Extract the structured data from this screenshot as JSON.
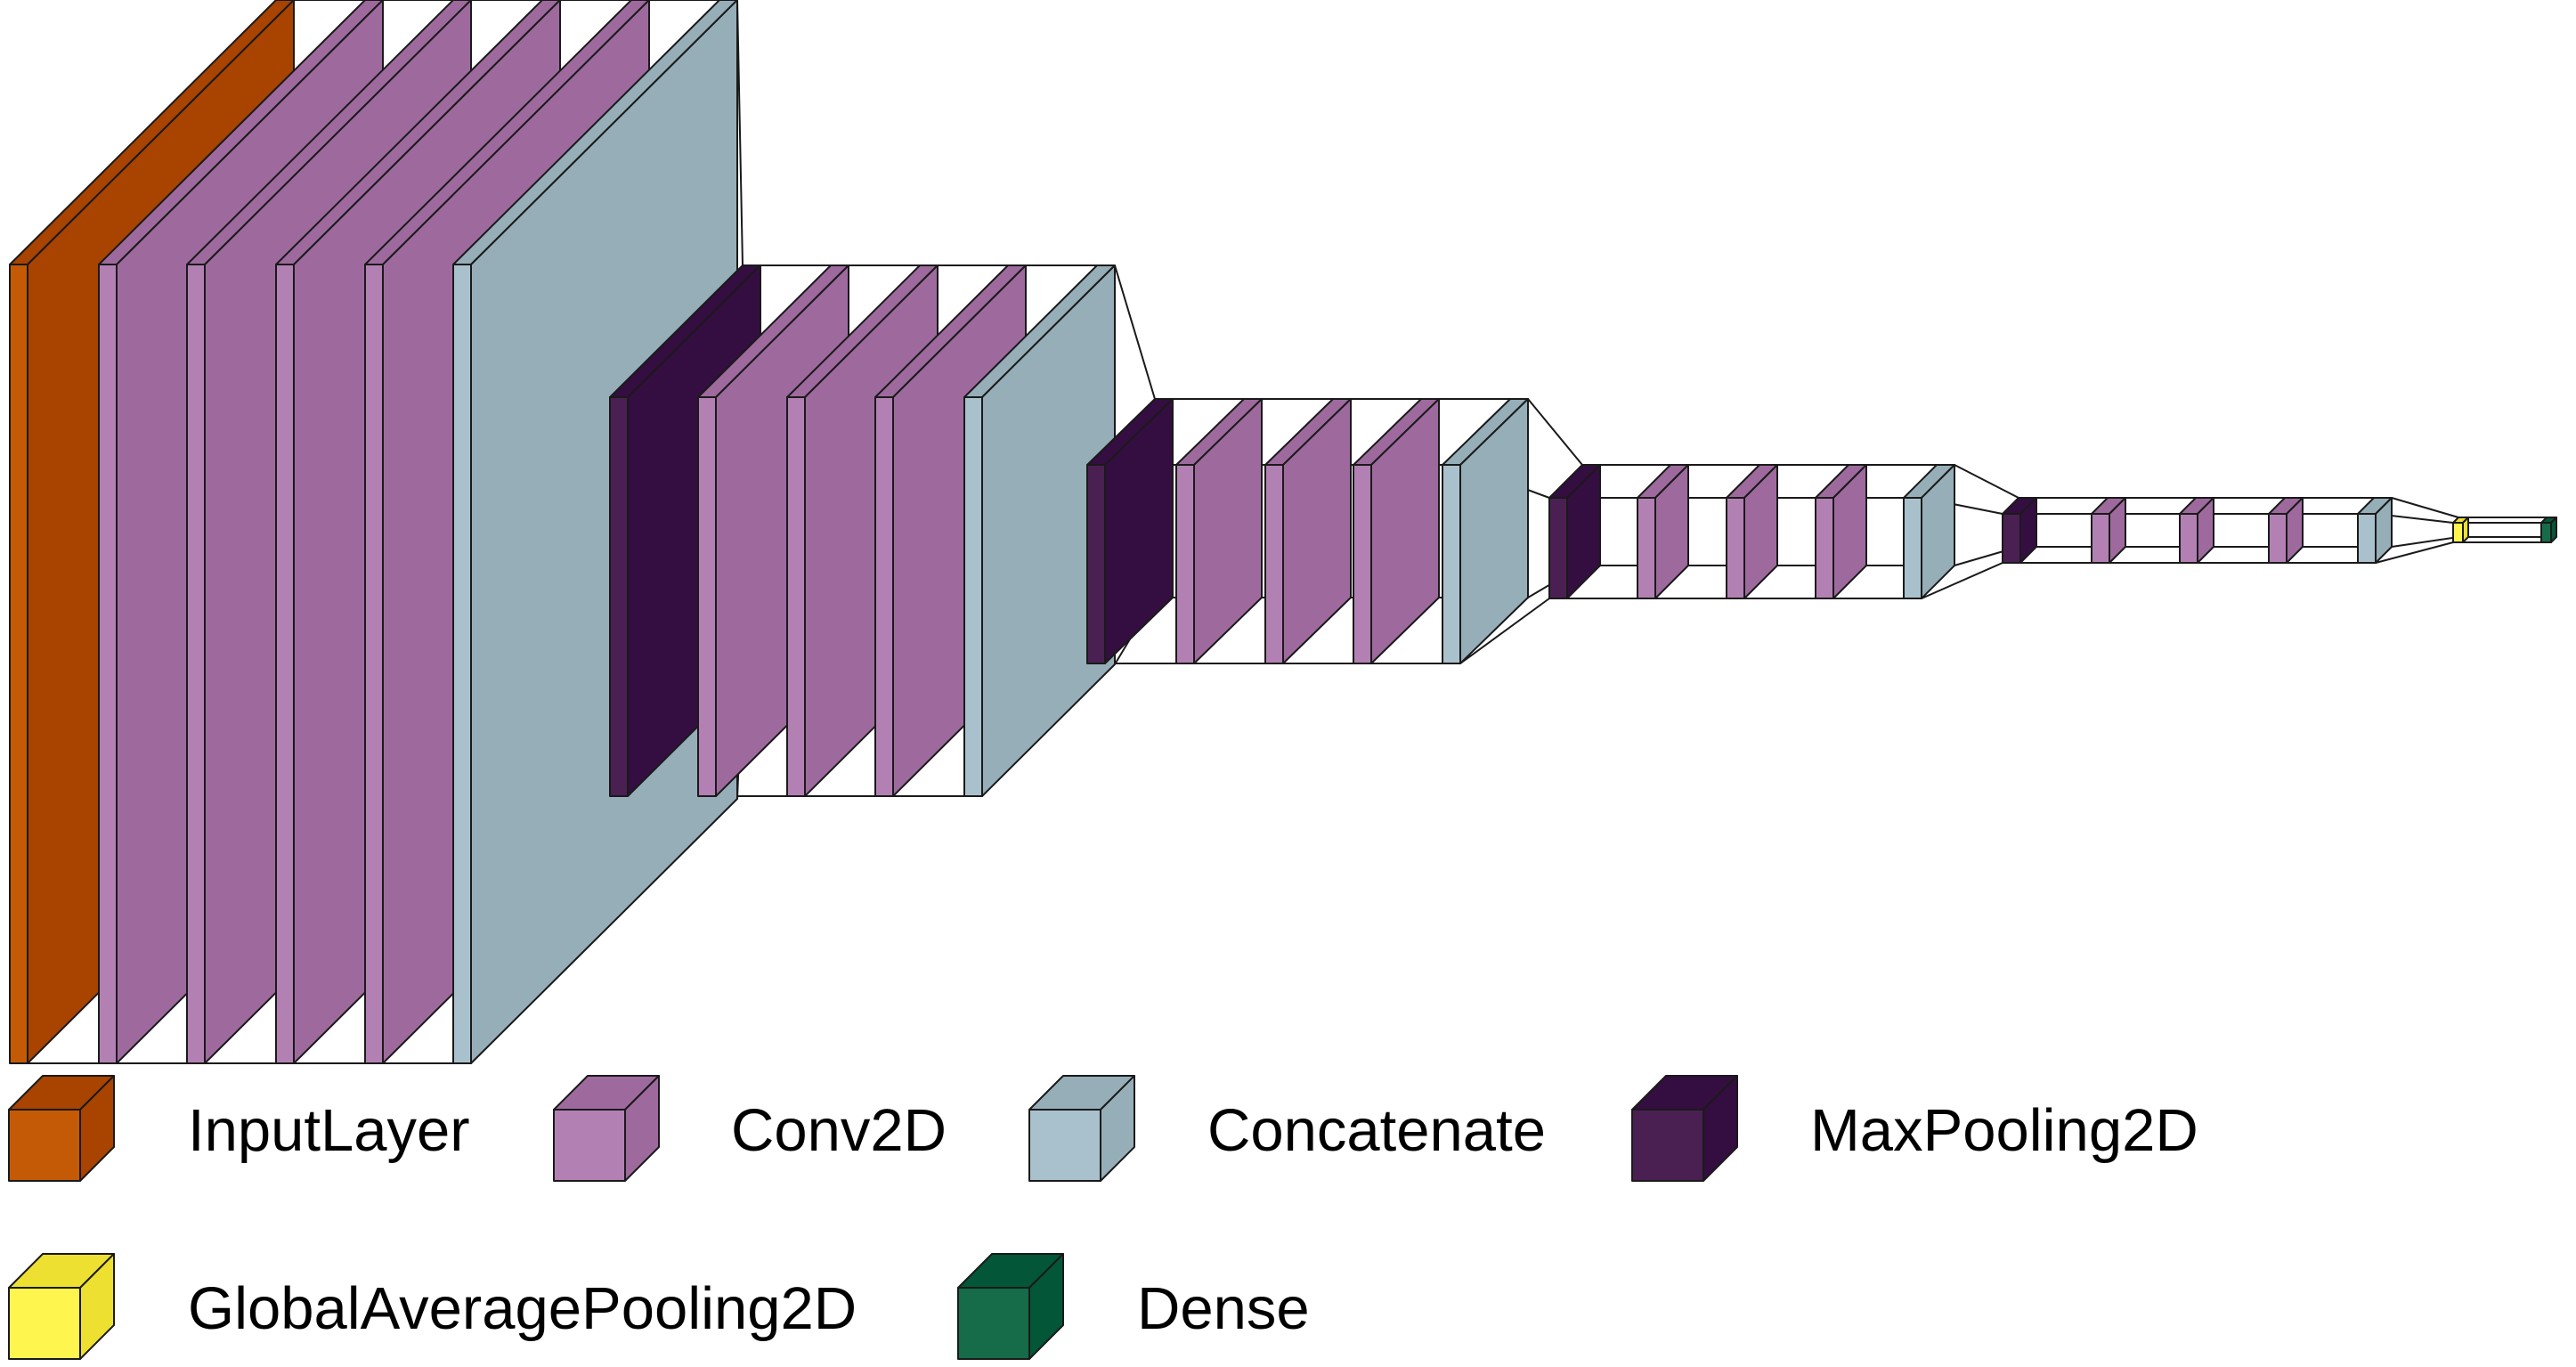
{
  "colors": {
    "InputLayer": {
      "front": "#C45A06",
      "side": "#A84300",
      "top": "#A84300"
    },
    "Conv2D": {
      "front": "#B380B4",
      "side": "#9E6A9E",
      "top": "#9E6A9E"
    },
    "Concatenate": {
      "front": "#A9C1CC",
      "side": "#96AEB8",
      "top": "#96AEB8"
    },
    "MaxPooling2D": {
      "front": "#4A2053",
      "side": "#340E40",
      "top": "#340E40"
    },
    "GlobalAveragePooling2D": {
      "front": "#FFF54F",
      "side": "#EEE030",
      "top": "#EEE030"
    },
    "Dense": {
      "front": "#166B49",
      "side": "#035637",
      "top": "#035637"
    },
    "stroke": "#1a1a1a"
  },
  "layers": [
    {
      "type": "InputLayer"
    },
    {
      "type": "Conv2D"
    },
    {
      "type": "Conv2D"
    },
    {
      "type": "Conv2D"
    },
    {
      "type": "Conv2D"
    },
    {
      "type": "Concatenate"
    },
    {
      "type": "MaxPooling2D"
    },
    {
      "type": "Conv2D"
    },
    {
      "type": "Conv2D"
    },
    {
      "type": "Conv2D"
    },
    {
      "type": "Concatenate"
    },
    {
      "type": "MaxPooling2D"
    },
    {
      "type": "Conv2D"
    },
    {
      "type": "Conv2D"
    },
    {
      "type": "Conv2D"
    },
    {
      "type": "Concatenate"
    },
    {
      "type": "MaxPooling2D"
    },
    {
      "type": "Conv2D"
    },
    {
      "type": "Conv2D"
    },
    {
      "type": "Conv2D"
    },
    {
      "type": "Concatenate"
    },
    {
      "type": "MaxPooling2D"
    },
    {
      "type": "Conv2D"
    },
    {
      "type": "Conv2D"
    },
    {
      "type": "Conv2D"
    },
    {
      "type": "Concatenate"
    },
    {
      "type": "GlobalAveragePooling2D"
    },
    {
      "type": "Dense"
    }
  ],
  "legend": [
    {
      "type": "InputLayer",
      "label": "InputLayer"
    },
    {
      "type": "Conv2D",
      "label": "Conv2D"
    },
    {
      "type": "Concatenate",
      "label": "Concatenate"
    },
    {
      "type": "MaxPooling2D",
      "label": "MaxPooling2D"
    },
    {
      "type": "GlobalAveragePooling2D",
      "label": "GlobalAveragePooling2D"
    },
    {
      "type": "Dense",
      "label": "Dense"
    }
  ]
}
